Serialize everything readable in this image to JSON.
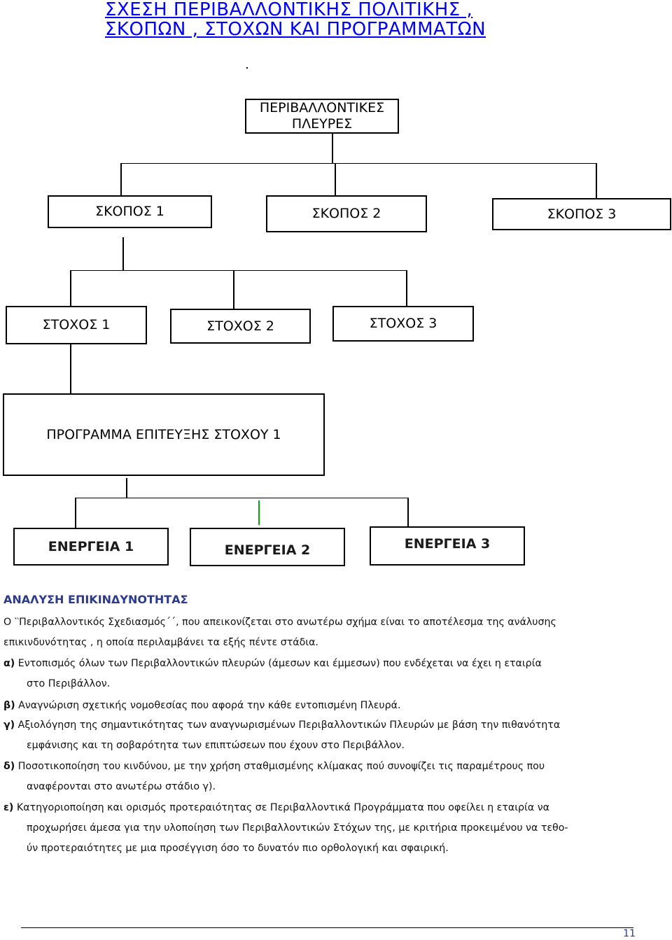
{
  "title": {
    "line1": "ΣΧΕΣΗ  ΠΕΡΙΒΑΛΛΟΝΤΙΚΗΣ  ΠΟΛΙΤΙΚΗΣ ,",
    "line2": "ΣΚΟΠΩΝ , ΣΤΟΧΩΝ  ΚΑΙ  ΠΡΟΓΡΑΜΜΑΤΩΝ"
  },
  "diagram": {
    "root": "ΠΕΡΙΒΑΛΛΟΝΤΙΚΕΣ ΠΛΕΥΡΕΣ",
    "goals": [
      "ΣΚΟΠΟΣ  1",
      "ΣΚΟΠΟΣ  2",
      "ΣΚΟΠΟΣ 3"
    ],
    "targets": [
      "ΣΤΟΧΟΣ 1",
      "ΣΤΟΧΟΣ 2",
      "ΣΤΟΧΟΣ 3"
    ],
    "program": "ΠΡΟΓΡΑΜΜΑ ΕΠΙΤΕΥΞΗΣ ΣΤΟΧΟΥ 1",
    "actions": [
      "ΕΝΕΡΓΕΙΑ 1",
      "ΕΝΕΡΓΕΙΑ  2",
      "ΕΝΕΡΓΕΙΑ 3"
    ]
  },
  "analysis": {
    "heading": "ΑΝΑΛΥΣΗ  ΕΠΙΚΙΝΔΥΝΟΤΗΤΑΣ",
    "intro_line1": "Ο ‵‵Περιβαλλοντικός  Σχεδιασμός΄΄, που απεικονίζεται στο ανωτέρω σχήμα είναι το αποτέλεσμα της ανάλυσης",
    "intro_line2": "επικινδυνότητας , η οποία περιλαμβάνει τα εξής πέντε στάδια.",
    "steps": [
      {
        "label": "α)",
        "line1": "Εντοπισμός όλων των Περιβαλλοντικών πλευρών (άμεσων και έμμεσων) που ενδέχεται να   έχει η εταιρία",
        "line2": "στο Περιβάλλον."
      },
      {
        "label": "β)",
        "line1": "Αναγνώριση σχετικής νομοθεσίας που αφορά την κάθε εντοπισμένη Πλευρά.",
        "line2": ""
      },
      {
        "label": "γ)",
        "line1": "Αξιολόγηση της σημαντικότητας των αναγνωρισμένων Περιβαλλοντικών Πλευρών με βάση την πιθανότητα",
        "line2": "εμφάνισης και τη σοβαρότητα των επιπτώσεων που έχουν στο Περιβάλλον."
      },
      {
        "label": "δ)",
        "line1": "Ποσοτικοποίηση του κινδύνου, με την χρήση σταθμισμένης κλίμακας πού   συνοψίζει τις παραμέτρους που",
        "line2": "αναφέρονται στο ανωτέρω στάδιο γ)."
      },
      {
        "label": "ε)",
        "line1": "Κατηγοριοποίηση και ορισμός προτεραιότητας σε Περιβαλλοντικά Προγράμματα που οφείλει η εταιρία να",
        "line2": "προχωρήσει άμεσα για την υλοποίηση των Περιβαλλοντικών Στόχων της, με κριτήρια προκειμένου να τεθο-",
        "line3": "ύν προτεραιότητες με μια προσέγγιση όσο το δυνατόν πιο ορθολογική και σφαιρική."
      }
    ]
  },
  "page_number": "11",
  "colors": {
    "title": "#0000ff",
    "heading": "#2c3a8c",
    "connector_accent": "#00aa00"
  }
}
